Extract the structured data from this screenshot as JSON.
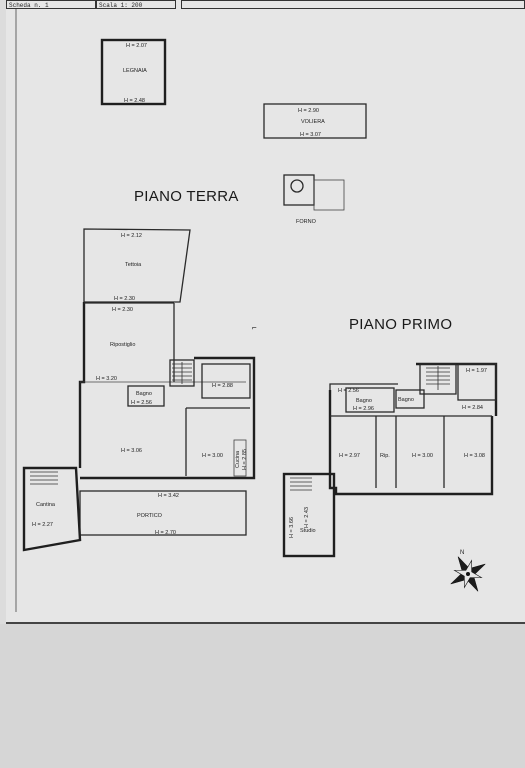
{
  "header": {
    "scheda": "Scheda n. 1",
    "scala": "Scala 1: 200"
  },
  "titles": {
    "piano_terra": "PIANO TERRA",
    "piano_primo": "PIANO PRIMO"
  },
  "legnaia": {
    "name": "LEGNAIA",
    "h_top": "H = 2.07",
    "h_bottom": "H = 2.48"
  },
  "voliera": {
    "name": "VOLIERA",
    "h_top": "H = 2.90",
    "h_bottom": "H = 3.07"
  },
  "forno": {
    "name": "FORNO"
  },
  "terra": {
    "tettoia": {
      "name": "Tettoia",
      "h_top": "H = 2.12",
      "h_bottom": "H = 2.30"
    },
    "ripostiglio": {
      "name": "Ripostiglio",
      "h_top": "H = 2.30"
    },
    "h_320": "H = 3.20",
    "bagno": {
      "name": "Bagno",
      "h": "H = 2.56"
    },
    "h_288": "H = 2.88",
    "h_306": "H = 3.06",
    "h_300": "H = 3.00",
    "cucina": {
      "name": "Cucina",
      "h": "H = 2.85"
    },
    "cantina": {
      "name": "Cantina",
      "h": "H = 2.27"
    },
    "portico": {
      "name": "PORTICO",
      "h_top": "H = 3.42",
      "h_bottom": "H = 2.70"
    }
  },
  "primo": {
    "h_256": "H = 2.56",
    "bagno1": {
      "name": "Bagno",
      "h": "H = 2.96"
    },
    "bagno2": {
      "name": "Bagno"
    },
    "h_197": "H = 1.97",
    "h_284": "H = 2.84",
    "h_297": "H = 2.97",
    "rip": "Rip.",
    "h_300": "H = 3.00",
    "h_308": "H = 3.08",
    "studio": {
      "name": "Studio",
      "h1": "H = 3.66",
      "h2": "H = 2.43"
    }
  },
  "compass": {
    "north": "N"
  }
}
